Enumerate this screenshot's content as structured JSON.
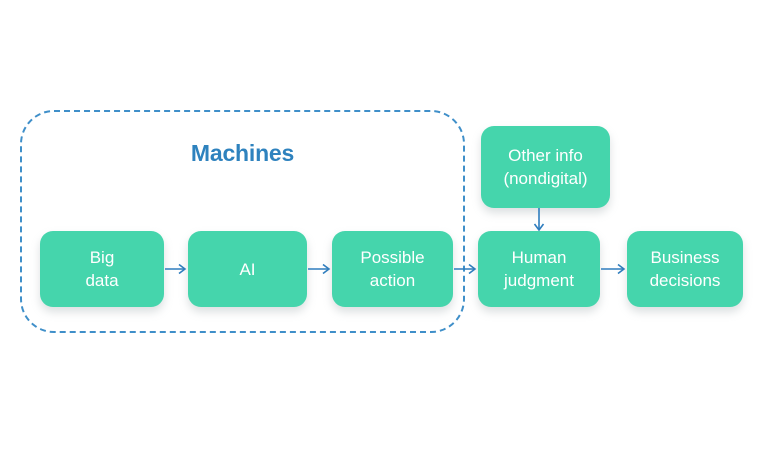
{
  "diagram": {
    "title_text": "Machines",
    "background_color": "#ffffff",
    "group": {
      "label": "Machines",
      "border_color": "#3F8FC9",
      "border_style": "dashed",
      "title_color": "#2E82BE"
    },
    "node_fill_color": "#45D5AC",
    "node_text_color": "#ffffff",
    "arrow_color": "#2E7DBE",
    "nodes": [
      {
        "id": "big-data",
        "line1": "Big",
        "line2": "data",
        "in_group": true
      },
      {
        "id": "ai",
        "line1": "AI",
        "line2": "",
        "in_group": true
      },
      {
        "id": "possible-action",
        "line1": "Possible",
        "line2": "action",
        "in_group": true
      },
      {
        "id": "human-judgment",
        "line1": "Human",
        "line2": "judgment",
        "in_group": false
      },
      {
        "id": "business-decisions",
        "line1": "Business",
        "line2": "decisions",
        "in_group": false
      },
      {
        "id": "other-info",
        "line1": "Other info",
        "line2": "(nondigital)",
        "in_group": false
      }
    ],
    "edges": [
      {
        "id": "edge-bigdata-ai",
        "from": "big-data",
        "to": "ai",
        "direction": "right"
      },
      {
        "id": "edge-ai-possible",
        "from": "ai",
        "to": "possible-action",
        "direction": "right"
      },
      {
        "id": "edge-possible-human",
        "from": "possible-action",
        "to": "human-judgment",
        "direction": "right"
      },
      {
        "id": "edge-human-business",
        "from": "human-judgment",
        "to": "business-decisions",
        "direction": "right"
      },
      {
        "id": "edge-otherinfo-human",
        "from": "other-info",
        "to": "human-judgment",
        "direction": "down"
      }
    ]
  }
}
